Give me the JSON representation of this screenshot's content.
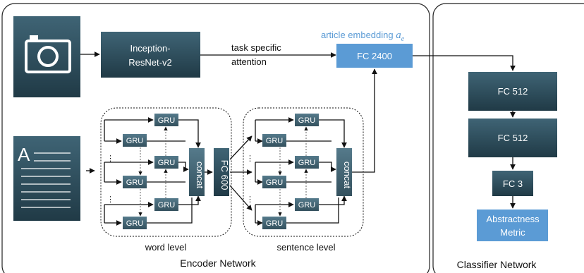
{
  "encoder_title": "Encoder Network",
  "classifier_title": "Classifier Network",
  "image_model": [
    "Inception-",
    "ResNet-v2"
  ],
  "attention_label": [
    "task specific",
    "attention"
  ],
  "embedding_label": "article embedding",
  "embedding_symbol": "a",
  "embedding_subscript": "e",
  "fc_embed": "FC 2400",
  "gru_label": "GRU",
  "concat_label": "concat",
  "fc_mid": "FC 600",
  "word_level": "word level",
  "sentence_level": "sentence level",
  "doc_letter": "A",
  "ellipsis": "⋮",
  "classifier": {
    "fc1": "FC 512",
    "fc2": "FC 512",
    "fc3": "FC 3",
    "output": [
      "Abstractness",
      "Metric"
    ]
  },
  "colors": {
    "dark": "#2c4c5c",
    "accent": "#5b9bd5"
  },
  "icons": [
    "camera-icon",
    "document-icon"
  ]
}
